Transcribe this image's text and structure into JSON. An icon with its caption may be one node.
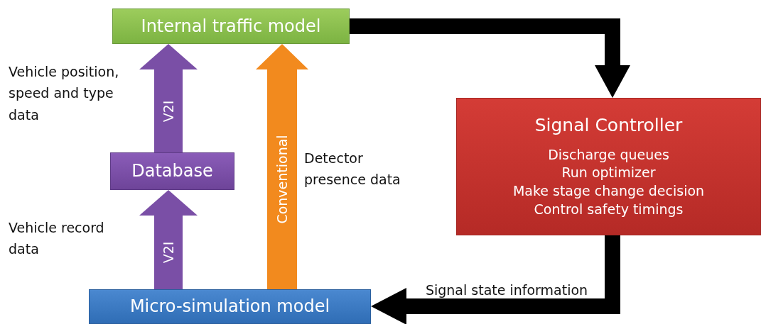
{
  "diagram": {
    "nodes": [
      {
        "text": [
          "Internal traffic model"
        ]
      },
      {
        "text": [
          "Signal Controller",
          "Discharge queues",
          "Run optimizer",
          "Make stage change decision",
          "Control safety timings"
        ]
      },
      {
        "text": [
          "Database"
        ]
      },
      {
        "text": [
          "Micro-simulation model"
        ]
      }
    ],
    "edges": [
      {
        "from": 0,
        "to": 1,
        "arrow": "to",
        "color": "#000000"
      },
      {
        "from": 1,
        "to": 3,
        "arrow": "to",
        "color": "#000000",
        "label": "Signal state information"
      },
      {
        "from": 2,
        "to": 0,
        "arrow": "to",
        "color": "#7a4fa6",
        "label": "V2I"
      },
      {
        "from": 3,
        "to": 2,
        "arrow": "to",
        "color": "#7a4fa6",
        "label": "V2I"
      },
      {
        "from": 3,
        "to": 0,
        "arrow": "to",
        "color": "#f28a1e",
        "label": "Conventional"
      }
    ],
    "labels": [
      "Vehicle position, speed and type data",
      "Detector presence data",
      "Vehicle record data"
    ]
  }
}
